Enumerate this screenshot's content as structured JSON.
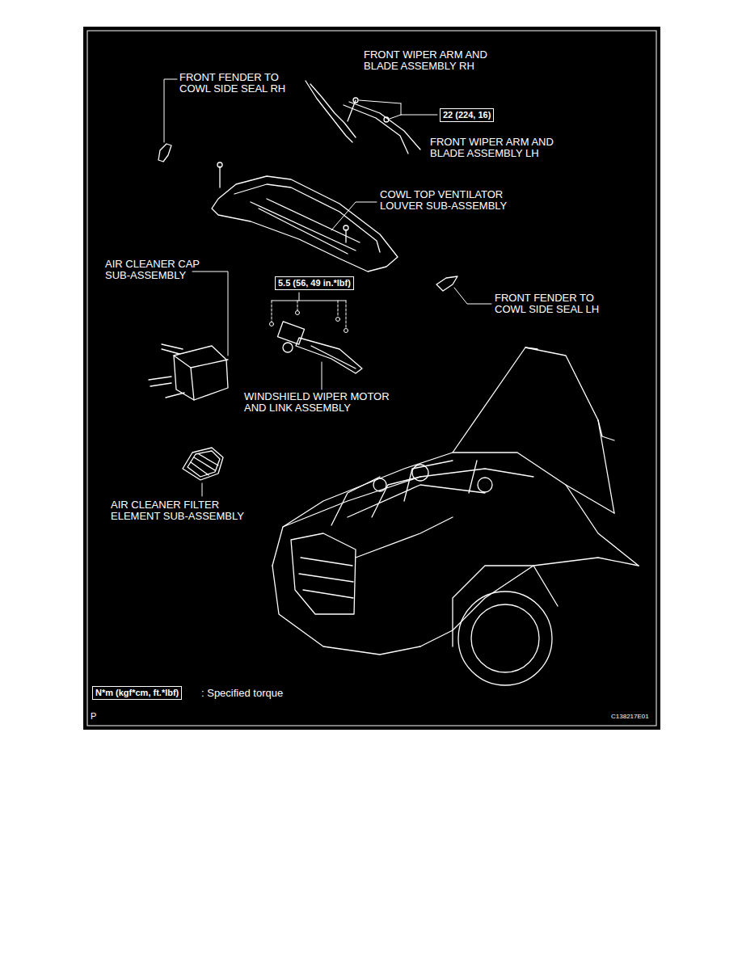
{
  "diagram": {
    "nodes": [
      {
        "text": [
          "22 (224, 16)"
        ]
      },
      {
        "text": [
          "5.5 (56, 49 in.*lbf)"
        ]
      },
      {
        "text": [
          "N*m (kgf*cm, ft.*lbf)"
        ]
      }
    ],
    "labels": [
      "FRONT WIPER ARM AND BLADE ASSEMBLY RH",
      "FRONT FENDER TO COWL SIDE SEAL RH",
      "FRONT WIPER ARM AND BLADE ASSEMBLY LH",
      "COWL TOP VENTILATOR LOUVER SUB-ASSEMBLY",
      "AIR CLEANER CAP SUB-ASSEMBLY",
      "FRONT FENDER TO COWL SIDE SEAL LH",
      "WINDSHIELD WIPER MOTOR AND LINK ASSEMBLY",
      "AIR CLEANER FILTER ELEMENT SUB-ASSEMBLY",
      ": Specified torque",
      "P",
      "C138217E01"
    ]
  }
}
